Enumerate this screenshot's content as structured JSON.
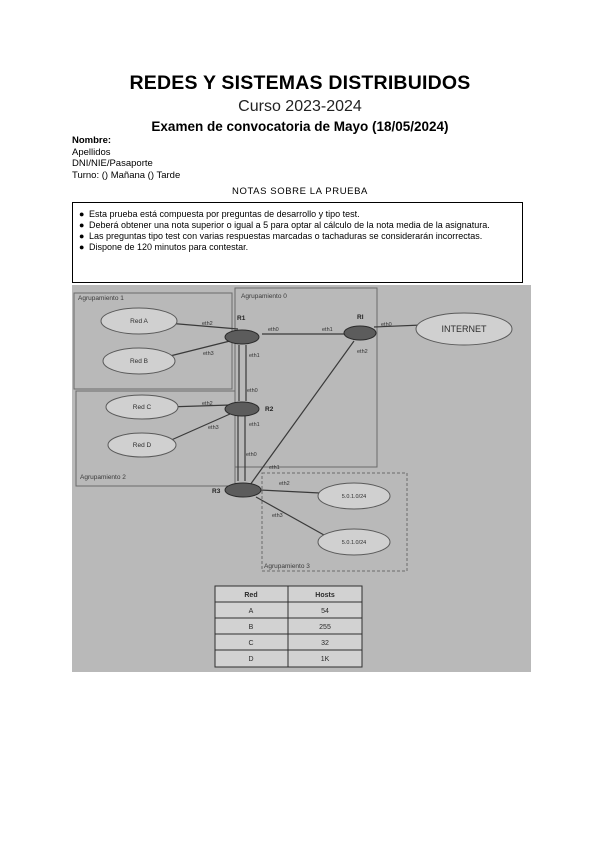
{
  "header": {
    "title": "REDES Y SISTEMAS DISTRIBUIDOS",
    "course": "Curso 2023-2024",
    "exam": "Examen de convocatoria de Mayo (18/05/2024)"
  },
  "fields": {
    "name": "Nombre:",
    "surname": "Apellidos",
    "id": "DNI/NIE/Pasaporte",
    "shift": "Turno: () Mañana () Tarde"
  },
  "notes": {
    "heading": "NOTAS SOBRE LA PRUEBA",
    "items": [
      "Esta prueba está compuesta por preguntas de desarrollo y tipo test.",
      "Deberá obtener una nota superior o igual a 5 para optar al cálculo de la nota media de la asignatura.",
      "Las preguntas tipo test con varias respuestas marcadas o tachaduras se considerarán incorrectas.",
      "Dispone de 120 minutos para contestar."
    ]
  },
  "diagram": {
    "groups": [
      "Agrupamiento 1",
      "Agrupamiento 0",
      "Agrupamiento 2",
      "Agrupamiento 3"
    ],
    "clouds": [
      "Red A",
      "Red B",
      "Red C",
      "Red D",
      "INTERNET",
      "5.0.1.0/24",
      "5.0.1.0/24"
    ],
    "routers": [
      "R1",
      "R2",
      "R3",
      "RI"
    ],
    "interfaces": {
      "r1_a": "eth2",
      "r1_b": "eth3",
      "r1_r0": "eth0",
      "r1_r2": "eth1",
      "r0_r1": "eth1",
      "r0_inet": "eth0",
      "r0_r3": "eth2",
      "r2_r1": "eth0",
      "r2_c": "eth2",
      "r2_d": "eth3",
      "r2_r3": "eth1",
      "r3_r2": "eth0",
      "r3_r0": "eth1",
      "r3_n1": "eth2",
      "r3_n2": "eth3"
    },
    "table": {
      "headers": [
        "Red",
        "Hosts"
      ],
      "rows": [
        [
          "A",
          "54"
        ],
        [
          "B",
          "255"
        ],
        [
          "C",
          "32"
        ],
        [
          "D",
          "1K"
        ]
      ]
    }
  }
}
